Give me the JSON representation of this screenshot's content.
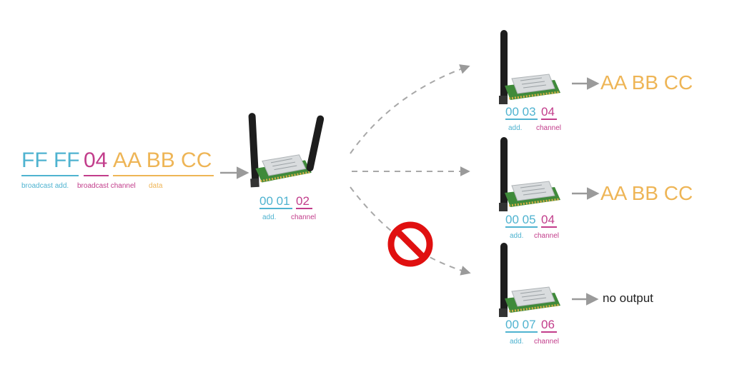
{
  "colors": {
    "blue": "#4fb3d0",
    "magenta": "#c23d8b",
    "orange": "#eeb556",
    "arrow": "#9a9a9a",
    "prohibit": "#e01010"
  },
  "packet": {
    "broadcast_addr": "FF FF",
    "channel": "04",
    "data": "AA BB CC",
    "labels": {
      "broadcast_addr": "broadcast add.",
      "broadcast_channel": "broadcast channel",
      "data": "data"
    }
  },
  "sender": {
    "addr": "00 01",
    "channel": "02",
    "addr_label": "add.",
    "channel_label": "channel"
  },
  "receivers": [
    {
      "addr": "00 03",
      "channel": "04",
      "addr_label": "add.",
      "channel_label": "channel",
      "output": "AA BB CC"
    },
    {
      "addr": "00 05",
      "channel": "04",
      "addr_label": "add.",
      "channel_label": "channel",
      "output": "AA BB CC"
    },
    {
      "addr": "00 07",
      "channel": "06",
      "addr_label": "add.",
      "channel_label": "channel",
      "output": "no output"
    }
  ],
  "icons": [
    "wireless-module-icon",
    "prohibit-icon",
    "arrow-icon"
  ]
}
